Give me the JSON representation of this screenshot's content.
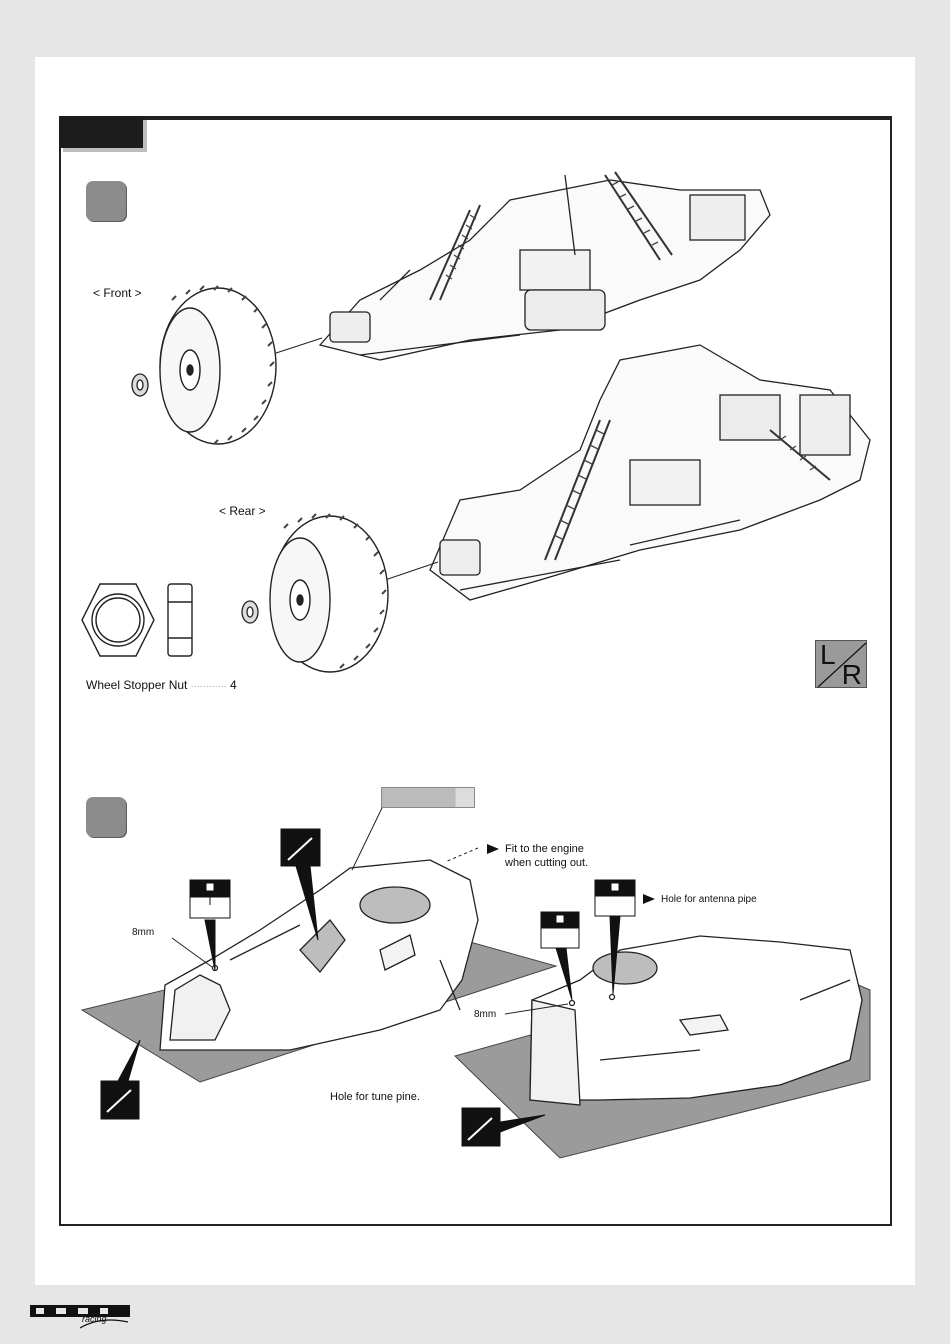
{
  "step1": {
    "front_label": "< Front >",
    "rear_label": "< Rear >",
    "part_name": "Wheel Stopper Nut",
    "part_leader": "············",
    "part_qty": "4",
    "side_badge": {
      "left": "L",
      "right": "R"
    }
  },
  "step2": {
    "fit_engine_line1": "Fit to the engine",
    "fit_engine_line2": "when cutting out.",
    "antenna_note": "Hole for antenna pipe",
    "hole_left": "8mm",
    "hole_right": "8mm",
    "tune_pipe_note": "Hole for tune pine."
  },
  "footer": {
    "logo_sub": "racing"
  },
  "colors": {
    "page_bg": "#e6e6e6",
    "badge_gray": "#8c8c8c",
    "tab_black": "#1c1c1c"
  }
}
